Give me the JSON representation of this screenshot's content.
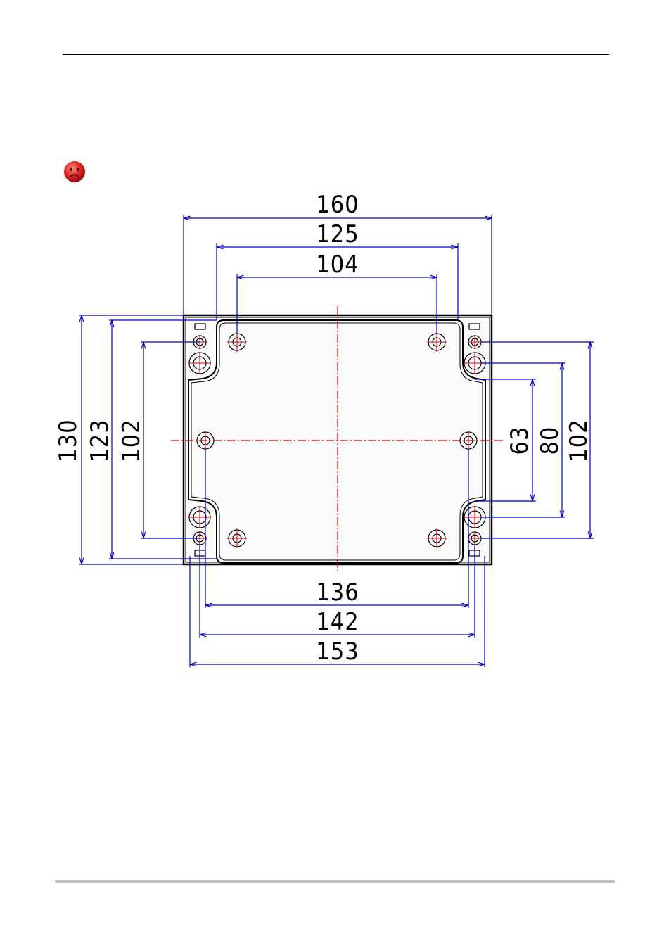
{
  "icons": {
    "warning": "sad-face-icon"
  },
  "colors": {
    "dimension": "#0000cc",
    "centerline": "#e00000",
    "outline": "#000000",
    "face": "#e02020"
  },
  "dimensions": {
    "top": [
      "160",
      "125",
      "104"
    ],
    "bottom": [
      "136",
      "142",
      "153"
    ],
    "left": [
      "130",
      "123",
      "102"
    ],
    "right": [
      "63",
      "80",
      "102"
    ]
  }
}
